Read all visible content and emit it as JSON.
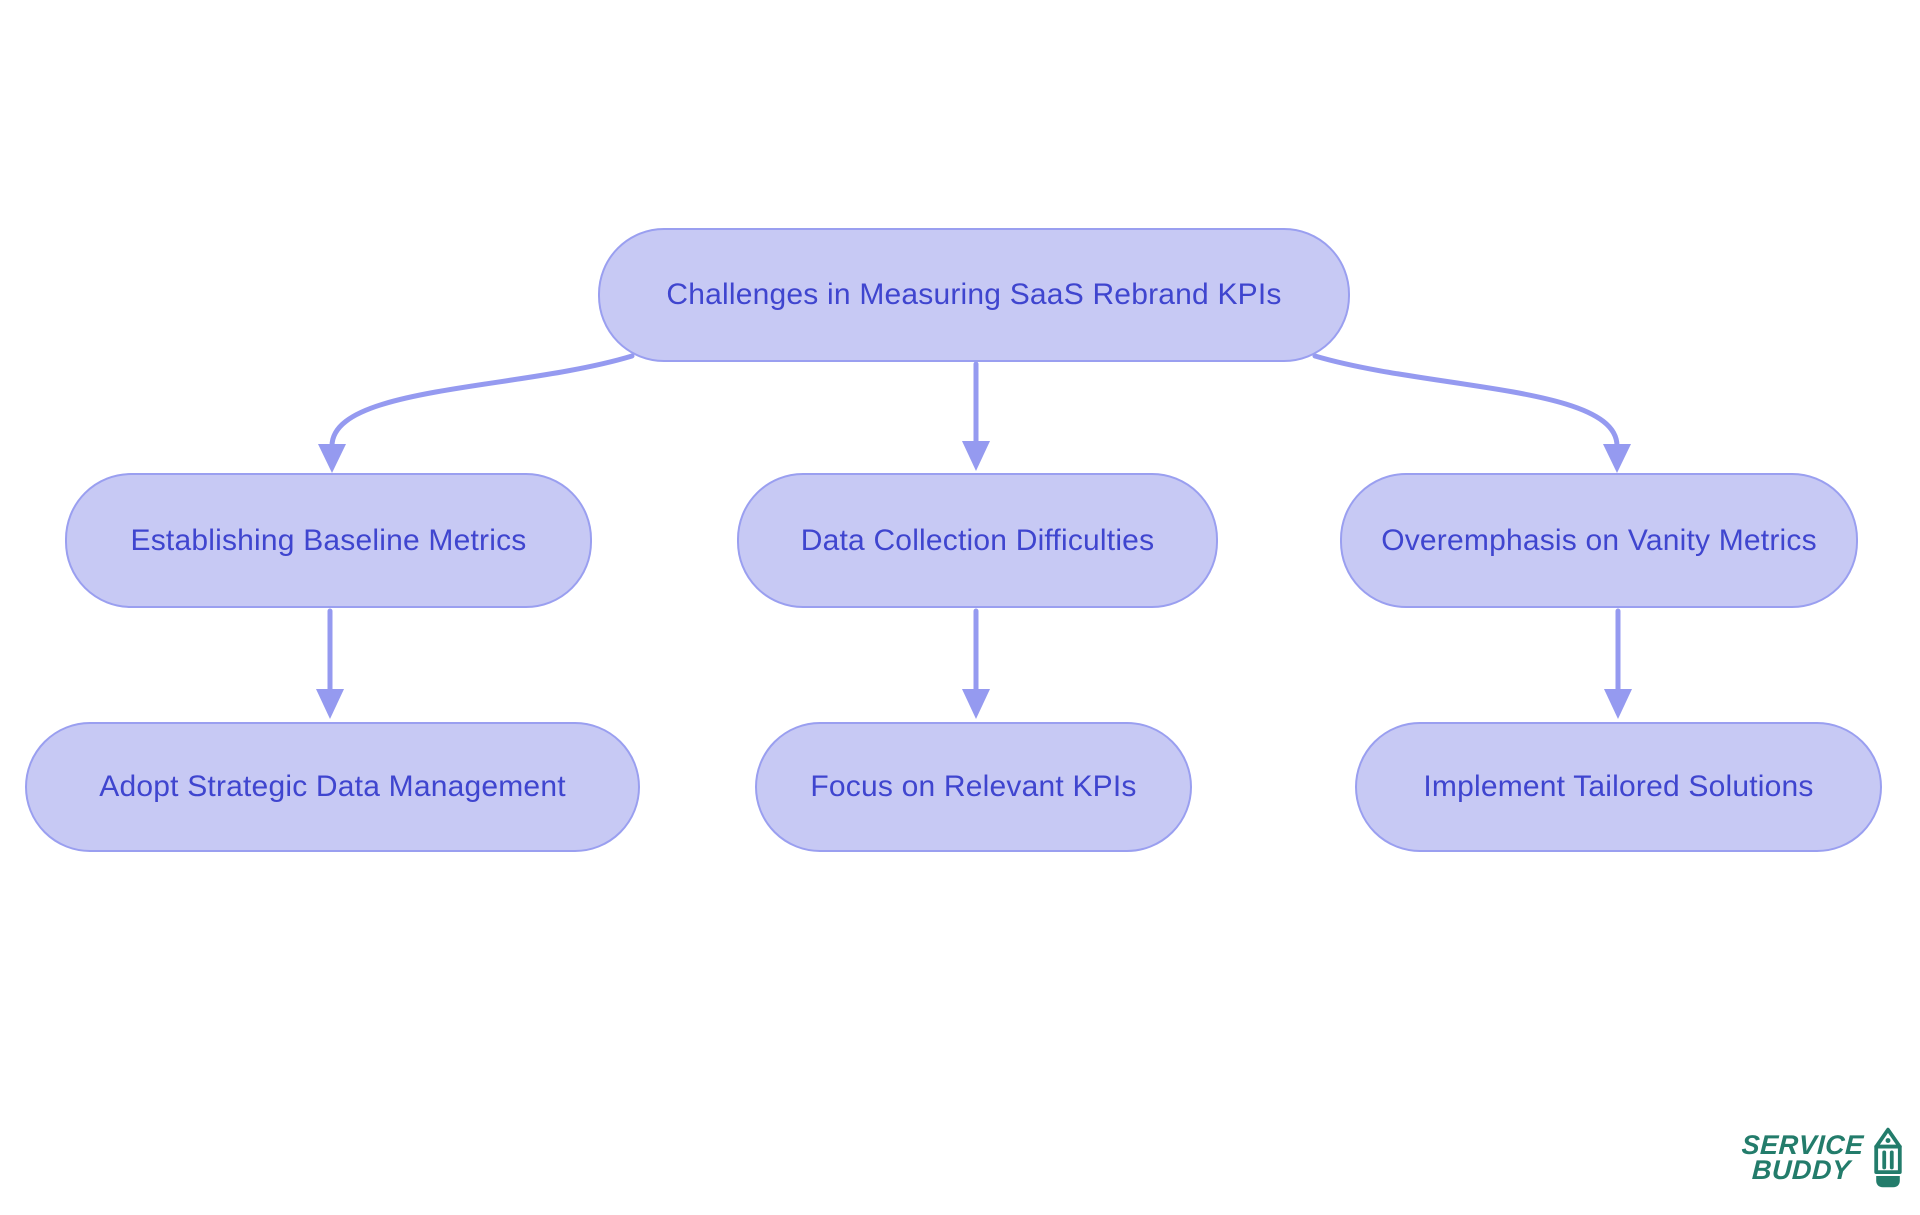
{
  "diagram": {
    "root": {
      "label": "Challenges in Measuring SaaS Rebrand KPIs"
    },
    "challenges": [
      {
        "label": "Establishing Baseline Metrics"
      },
      {
        "label": "Data Collection Difficulties"
      },
      {
        "label": "Overemphasis on Vanity Metrics"
      }
    ],
    "solutions": [
      {
        "label": "Adopt Strategic Data Management"
      },
      {
        "label": "Focus on Relevant KPIs"
      },
      {
        "label": "Implement Tailored Solutions"
      }
    ],
    "edges": [
      {
        "from": "root",
        "to": "challenge-1"
      },
      {
        "from": "root",
        "to": "challenge-2"
      },
      {
        "from": "root",
        "to": "challenge-3"
      },
      {
        "from": "challenge-1",
        "to": "solution-1"
      },
      {
        "from": "challenge-2",
        "to": "solution-2"
      },
      {
        "from": "challenge-3",
        "to": "solution-3"
      }
    ]
  },
  "logo": {
    "line1": "SERVICE",
    "line2": "BUDDY",
    "icon": "pencil-icon"
  },
  "colors": {
    "background": "#ffffff",
    "node_fill": "#c7c9f4",
    "node_border": "#9a9ff0",
    "node_text": "#3f45cf",
    "arrow": "#959af0",
    "logo_green": "#237c6b"
  }
}
